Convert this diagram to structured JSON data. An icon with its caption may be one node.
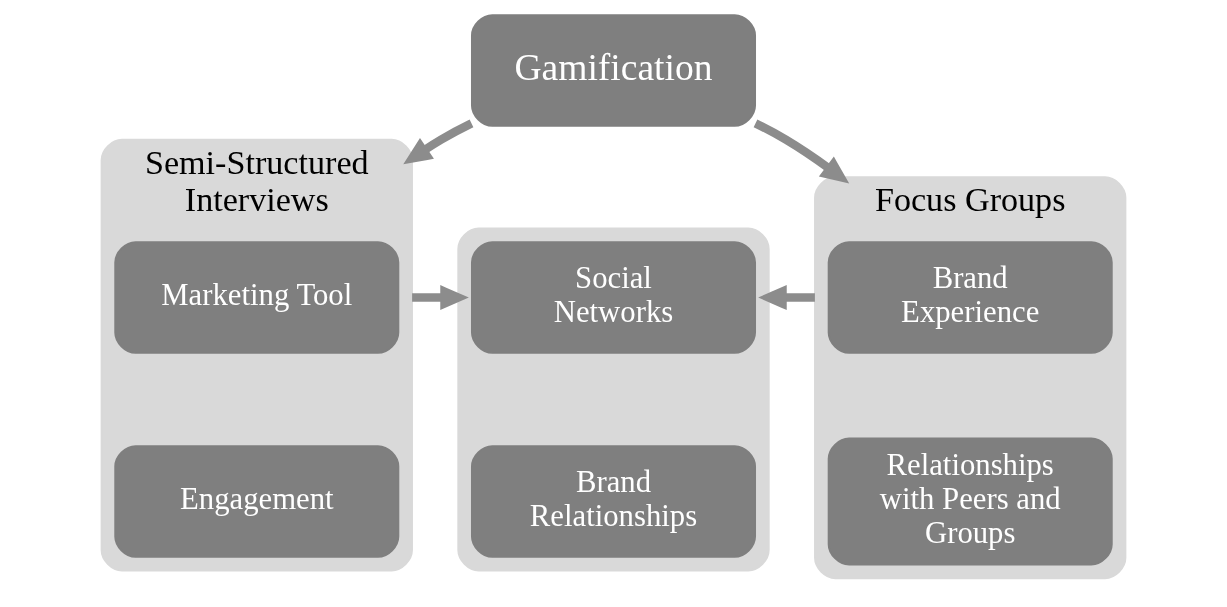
{
  "diagram": {
    "nodes": [
      {
        "text": [
          "Gamification"
        ]
      },
      {
        "text": [
          "Semi-Structured Interviews"
        ]
      },
      {
        "text": [
          "Marketing Tool"
        ],
        "in": 1
      },
      {
        "text": [
          "Engagement"
        ],
        "in": 1
      },
      {
        "text": [],
        "shape": "box"
      },
      {
        "text": [
          "Social Networks"
        ],
        "in": 4
      },
      {
        "text": [
          "Brand Relationships"
        ],
        "in": 4
      },
      {
        "text": [
          "Focus Groups"
        ]
      },
      {
        "text": [
          "Brand Experience"
        ],
        "in": 7
      },
      {
        "text": [
          "Relationships with Peers and Groups"
        ],
        "in": 7
      }
    ],
    "edges": [
      {
        "from": 0,
        "to": 1,
        "arrow": "to"
      },
      {
        "from": 0,
        "to": 7,
        "arrow": "to"
      },
      {
        "from": 1,
        "to": 4,
        "arrow": "to"
      },
      {
        "from": 7,
        "to": 4,
        "arrow": "to"
      }
    ]
  }
}
